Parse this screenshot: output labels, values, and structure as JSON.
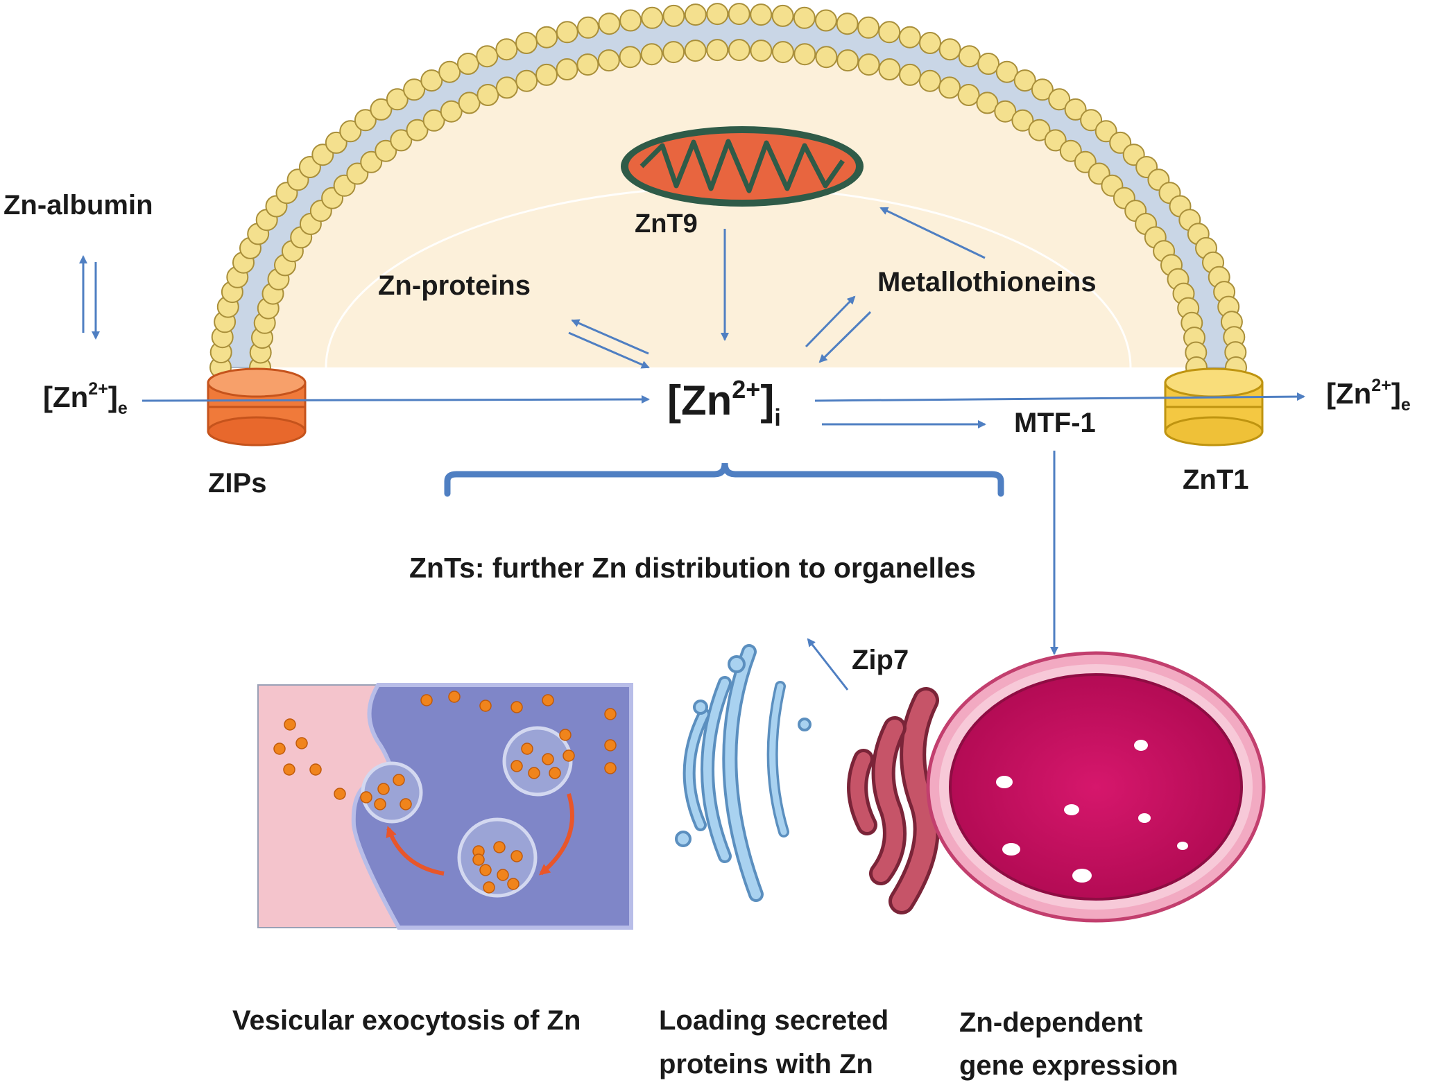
{
  "labels": {
    "zn_albumin": "Zn-albumin",
    "zn_e_left": "[Zn",
    "zn_e_left_sup": "2+",
    "zn_e_left_close": "]",
    "zn_e_left_sub": "e",
    "zips": "ZIPs",
    "znt9": "ZnT9",
    "zn_proteins": "Zn-proteins",
    "metallothioneins": "Metallothioneins",
    "zn_i": "[Zn",
    "zn_i_sup": "2+",
    "zn_i_close": "]",
    "zn_i_sub": "i",
    "mtf1": "MTF-1",
    "znt1": "ZnT1",
    "zn_e_right": "[Zn",
    "zn_e_right_sup": "2+",
    "zn_e_right_close": "]",
    "zn_e_right_sub": "e",
    "znts_distribution": "ZnTs: further Zn distribution to organelles",
    "zip7": "Zip7",
    "vesicular_exocytosis": "Vesicular exocytosis of Zn",
    "loading_line1": "Loading secreted",
    "loading_line2": "proteins with Zn",
    "gene_line1": "Zn-dependent",
    "gene_line2": "gene expression"
  },
  "colors": {
    "arrow": "#4f7fc2",
    "cytoplasm": "#fcf0da",
    "lipid_head": "#f4e08e",
    "mitochondrion": "#e8653f",
    "zip_transporter": "#f07a3a",
    "znt1_transporter": "#f4c842",
    "vesicle_panel": "#7f86c8",
    "extracellular_panel": "#f4c4cc",
    "zinc_dot": "#f0841c",
    "golgi": "#8fc0e4",
    "er": "#b84a5e",
    "nucleus": "#c8105e"
  }
}
